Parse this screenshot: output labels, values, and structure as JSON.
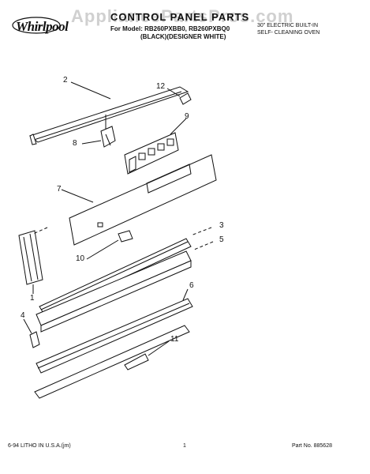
{
  "header": {
    "brand": "Whirlpool",
    "watermark": "AppliancePartsPros.com",
    "title": "CONTROL PANEL PARTS",
    "model_line": "For Model: RB260PXBB0, RB260PXBQ0",
    "variant": "(BLACK)(DESIGNER WHITE)",
    "oven_desc_1": "30\" ELECTRIC BUILT-IN",
    "oven_desc_2": "SELF- CLEANING OVEN"
  },
  "callouts": [
    "1",
    "2",
    "3",
    "4",
    "5",
    "6",
    "7",
    "8",
    "9",
    "10",
    "11",
    "12"
  ],
  "footer": {
    "litho": "6-94 LITHO IN U.S.A.(jm)",
    "page": "1",
    "part_no": "Part No. 885628"
  }
}
